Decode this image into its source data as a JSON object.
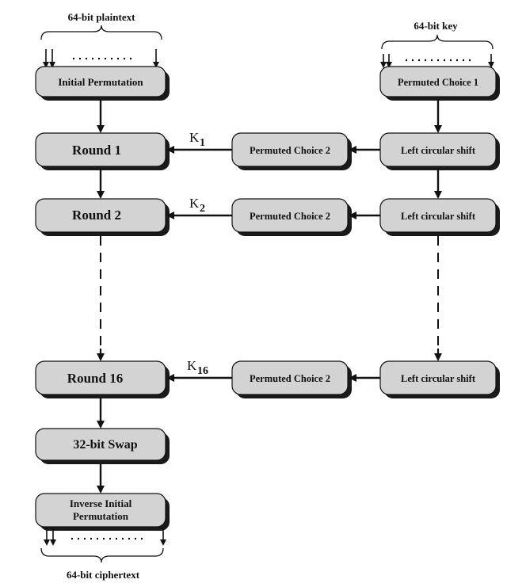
{
  "diagram": {
    "plaintext_label": "64-bit plaintext",
    "key_label": "64-bit key",
    "ciphertext_label": "64-bit ciphertext",
    "colors": {
      "box_fill": "#d3d3d3",
      "box_shadow": "#1a1a1a",
      "line": "#111111"
    },
    "left_column": {
      "initial_permutation": "Initial Permutation",
      "round1": "Round 1",
      "round2": "Round 2",
      "round16": "Round 16",
      "swap": "32-bit Swap",
      "inverse_line1": "Inverse Initial",
      "inverse_line2": "Permutation"
    },
    "middle_column": {
      "pc2_1": "Permuted Choice 2",
      "pc2_2": "Permuted Choice 2",
      "pc2_16": "Permuted Choice 2"
    },
    "right_column": {
      "pc1": "Permuted Choice 1",
      "shift1": "Left circular shift",
      "shift2": "Left circular shift",
      "shift16": "Left circular shift"
    },
    "subkeys": {
      "k1_letter": "K",
      "k1_sub": "1",
      "k2_letter": "K",
      "k2_sub": "2",
      "k16_letter": "K",
      "k16_sub": "16"
    }
  }
}
